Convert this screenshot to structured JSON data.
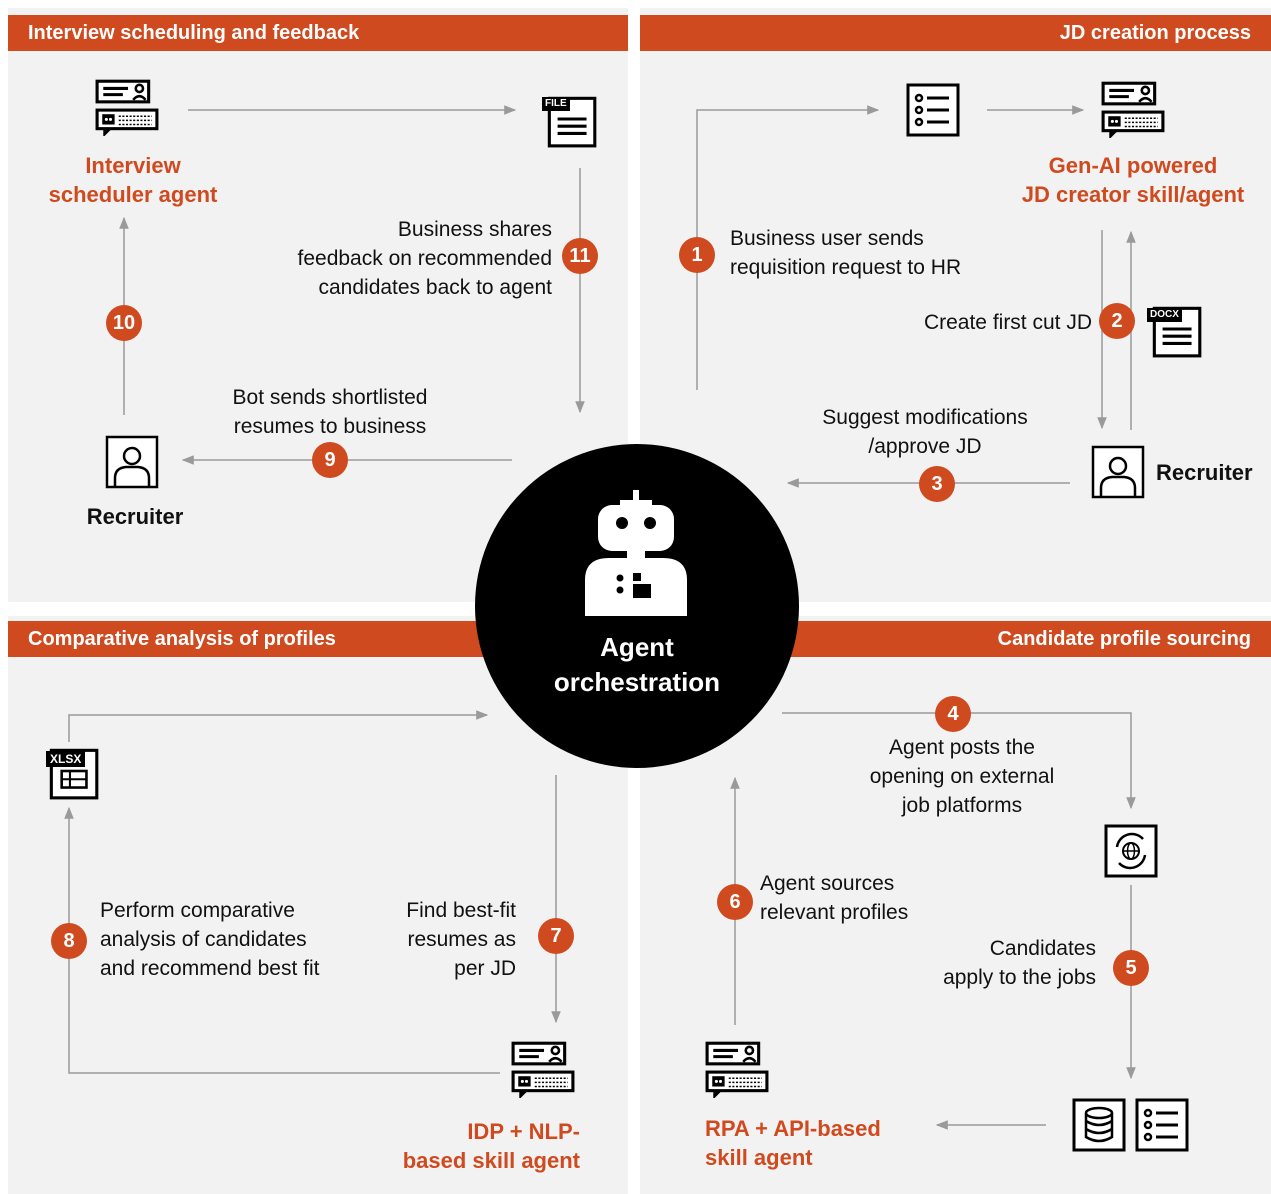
{
  "quadrants": {
    "top_left": {
      "header": "Interview scheduling and feedback"
    },
    "top_right": {
      "header": "JD creation process"
    },
    "bottom_left": {
      "header": "Comparative analysis of profiles"
    },
    "bottom_right": {
      "header": "Candidate profile sourcing"
    }
  },
  "center": {
    "line1": "Agent",
    "line2": "orchestration"
  },
  "agents": {
    "interview_scheduler": [
      "Interview",
      "scheduler agent"
    ],
    "jd_creator": [
      "Gen-AI powered",
      "JD creator skill/agent"
    ],
    "idp_nlp": [
      "IDP + NLP-",
      "based skill agent"
    ],
    "rpa_api": [
      "RPA + API-based",
      "skill agent"
    ]
  },
  "recruiter_label": "Recruiter",
  "steps": [
    {
      "num": "1",
      "lines": [
        "Business user sends",
        "requisition request to HR"
      ]
    },
    {
      "num": "2",
      "lines": [
        "Create first cut JD"
      ]
    },
    {
      "num": "3",
      "lines": [
        "Suggest modifications",
        "/approve JD"
      ]
    },
    {
      "num": "4",
      "lines": [
        "Agent posts the",
        "opening on external",
        "job platforms"
      ]
    },
    {
      "num": "5",
      "lines": [
        "Candidates",
        "apply to the jobs"
      ]
    },
    {
      "num": "6",
      "lines": [
        "Agent sources",
        "relevant profiles"
      ]
    },
    {
      "num": "7",
      "lines": [
        "Find best-fit",
        "resumes as",
        "per JD"
      ]
    },
    {
      "num": "8",
      "lines": [
        "Perform comparative",
        "analysis of candidates",
        "and recommend best fit"
      ]
    },
    {
      "num": "9",
      "lines": [
        "Bot sends shortlisted",
        "resumes to business"
      ]
    },
    {
      "num": "10",
      "lines": []
    },
    {
      "num": "11",
      "lines": [
        "Business shares",
        "feedback on recommended",
        "candidates back to agent"
      ]
    }
  ],
  "file_badges": {
    "file": "FILE",
    "docx": "DOCX",
    "xlsx": "XLSX"
  },
  "icons": {
    "agent": "chat-bot-icon",
    "document": "file-icon",
    "checklist": "checklist-icon",
    "recruiter": "person-icon",
    "web": "globe-icon",
    "database": "database-icon",
    "spreadsheet": "spreadsheet-icon",
    "robot": "robot-icon"
  },
  "colors": {
    "accent": "#d04a1f",
    "panel": "#f2f2f2",
    "line": "#9a9a9a",
    "center": "#000000"
  }
}
